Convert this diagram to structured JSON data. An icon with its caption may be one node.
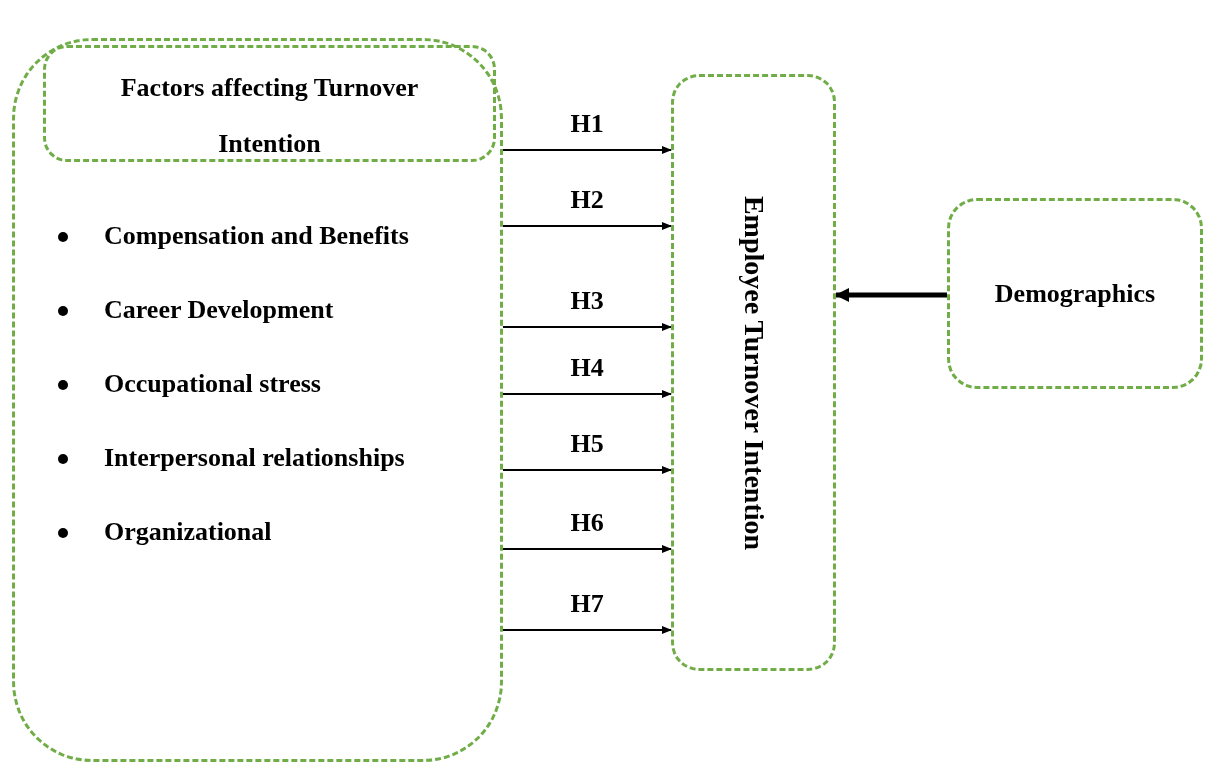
{
  "diagram": {
    "nodes": [
      {
        "text": [
          "Compensation and Benefits",
          "Career Development",
          "Occupational stress",
          "Interpersonal relationships",
          "Organizational"
        ]
      },
      {
        "text": [
          "Factors affecting Turnover Intention"
        ],
        "in": 0
      },
      {
        "text": [
          "Employee Turnover Intention"
        ]
      },
      {
        "text": [
          "Demographics"
        ]
      }
    ],
    "edges": [
      {
        "from": 0,
        "to": 2,
        "arrow": "to",
        "label": "H1"
      },
      {
        "from": 0,
        "to": 2,
        "arrow": "to",
        "label": "H2"
      },
      {
        "from": 0,
        "to": 2,
        "arrow": "to",
        "label": "H3"
      },
      {
        "from": 0,
        "to": 2,
        "arrow": "to",
        "label": "H4"
      },
      {
        "from": 0,
        "to": 2,
        "arrow": "to",
        "label": "H5"
      },
      {
        "from": 0,
        "to": 2,
        "arrow": "to",
        "label": "H6"
      },
      {
        "from": 0,
        "to": 2,
        "arrow": "to",
        "label": "H7"
      },
      {
        "from": 3,
        "to": 2,
        "arrow": "to",
        "style": "thick"
      }
    ]
  }
}
